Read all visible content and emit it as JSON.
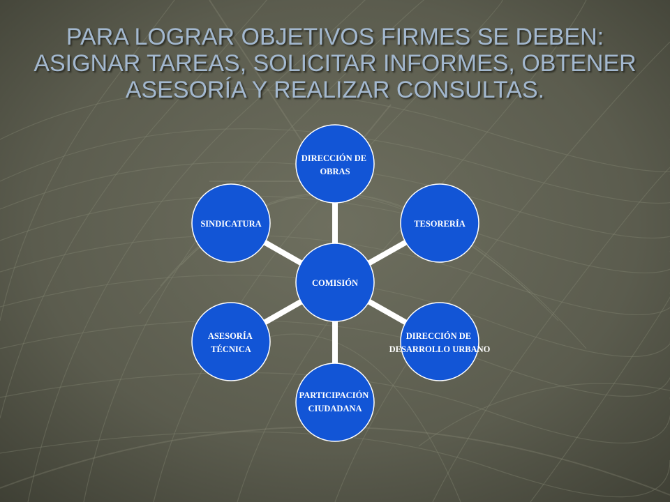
{
  "slide": {
    "title_lines": [
      "PARA LOGRAR OBJETIVOS FIRMES SE DEBEN:",
      "ASIGNAR TAREAS, SOLICITAR INFORMES, OBTENER",
      "ASESORÍA Y REALIZAR CONSULTAS."
    ]
  },
  "diagram": {
    "center": {
      "lines": [
        "COMISIÓN"
      ]
    },
    "nodes": [
      {
        "lines": [
          "DIRECCIÓN DE",
          "OBRAS"
        ]
      },
      {
        "lines": [
          "TESORERÍA"
        ]
      },
      {
        "lines": [
          "DIRECCIÓN DE",
          "DESARROLLO URBANO"
        ]
      },
      {
        "lines": [
          "PARTICIPACIÓN",
          "CIUDADANA"
        ]
      },
      {
        "lines": [
          "ASESORÍA",
          "TÉCNICA"
        ]
      },
      {
        "lines": [
          "SINDICATURA"
        ]
      }
    ]
  },
  "colors": {
    "background": "#5a5b4d",
    "node_fill": "#1255d6",
    "node_stroke": "#ffffff",
    "connector": "#ffffff",
    "title_text": "#a3b8cf"
  }
}
